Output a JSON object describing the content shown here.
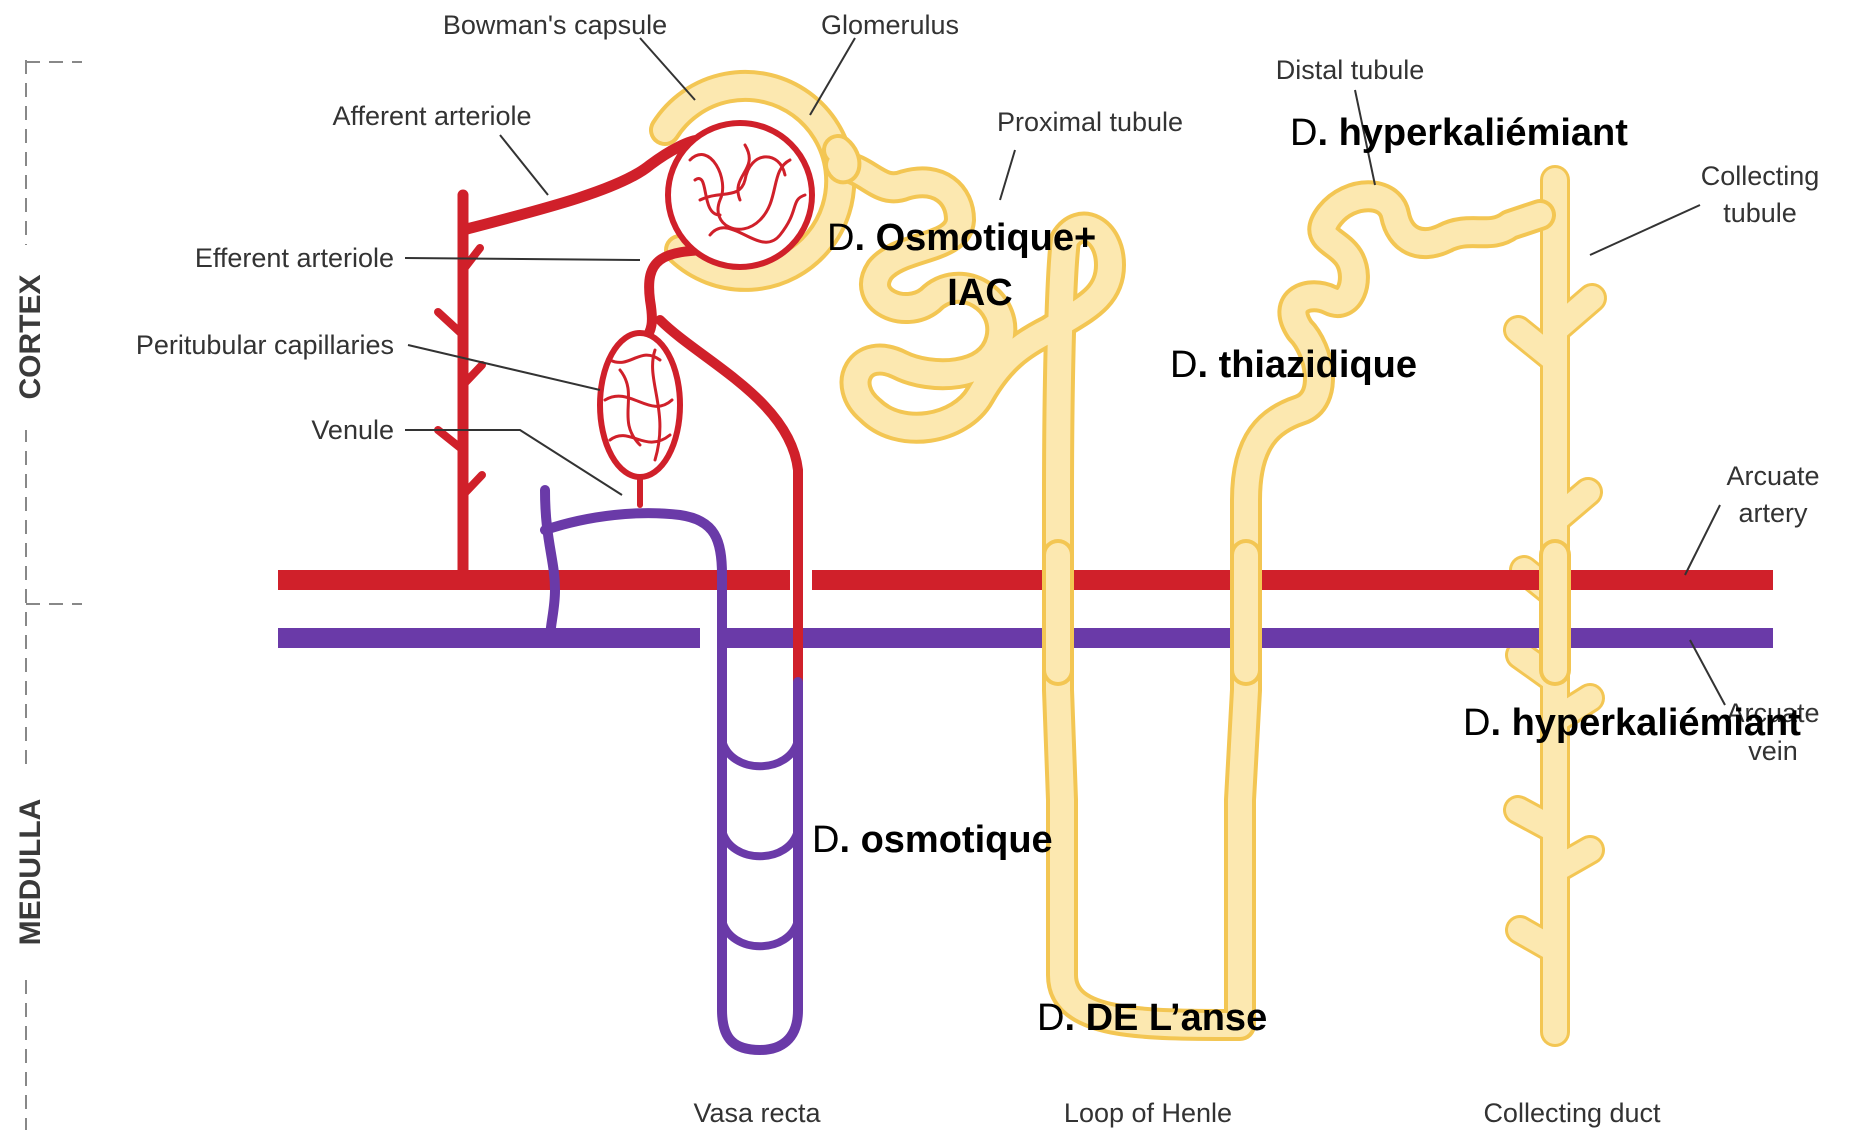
{
  "regions": {
    "cortex": "CORTEX",
    "medulla": "MEDULLA"
  },
  "labels": {
    "bowmans_capsule": "Bowman's capsule",
    "glomerulus": "Glomerulus",
    "afferent_arteriole": "Afferent arteriole",
    "efferent_arteriole": "Efferent arteriole",
    "peritubular_capillaries": "Peritubular capillaries",
    "venule": "Venule",
    "proximal_tubule": "Proximal tubule",
    "distal_tubule": "Distal tubule",
    "collecting_tubule_1": "Collecting",
    "collecting_tubule_2": "tubule",
    "arcuate_artery_1": "Arcuate",
    "arcuate_artery_2": "artery",
    "arcuate_vein_1": "Arcuate",
    "arcuate_vein_2": "vein",
    "vasa_recta": "Vasa recta",
    "loop_of_henle": "Loop of Henle",
    "collecting_duct": "Collecting duct"
  },
  "annotations": {
    "distal_hyperkal": {
      "prefix": "D",
      "text": ". hyperkaliémiant"
    },
    "proximal_osmotic": {
      "prefix": "D",
      "text": ". Osmotique+",
      "line2": "IAC"
    },
    "thiazide": {
      "prefix": "D",
      "text": ". thiazidique"
    },
    "duct_hyperkal": {
      "prefix": "D",
      "text": ". hyperkaliémiant"
    },
    "medulla_osmotic": {
      "prefix": "D",
      "text": ". osmotique"
    },
    "loop": {
      "prefix": "D",
      "text": ". DE L’anse"
    }
  },
  "colors": {
    "artery": "#d0202a",
    "vein": "#6a3aa8",
    "tubule_fill": "#fce8b0",
    "tubule_stroke": "#f3c653"
  }
}
